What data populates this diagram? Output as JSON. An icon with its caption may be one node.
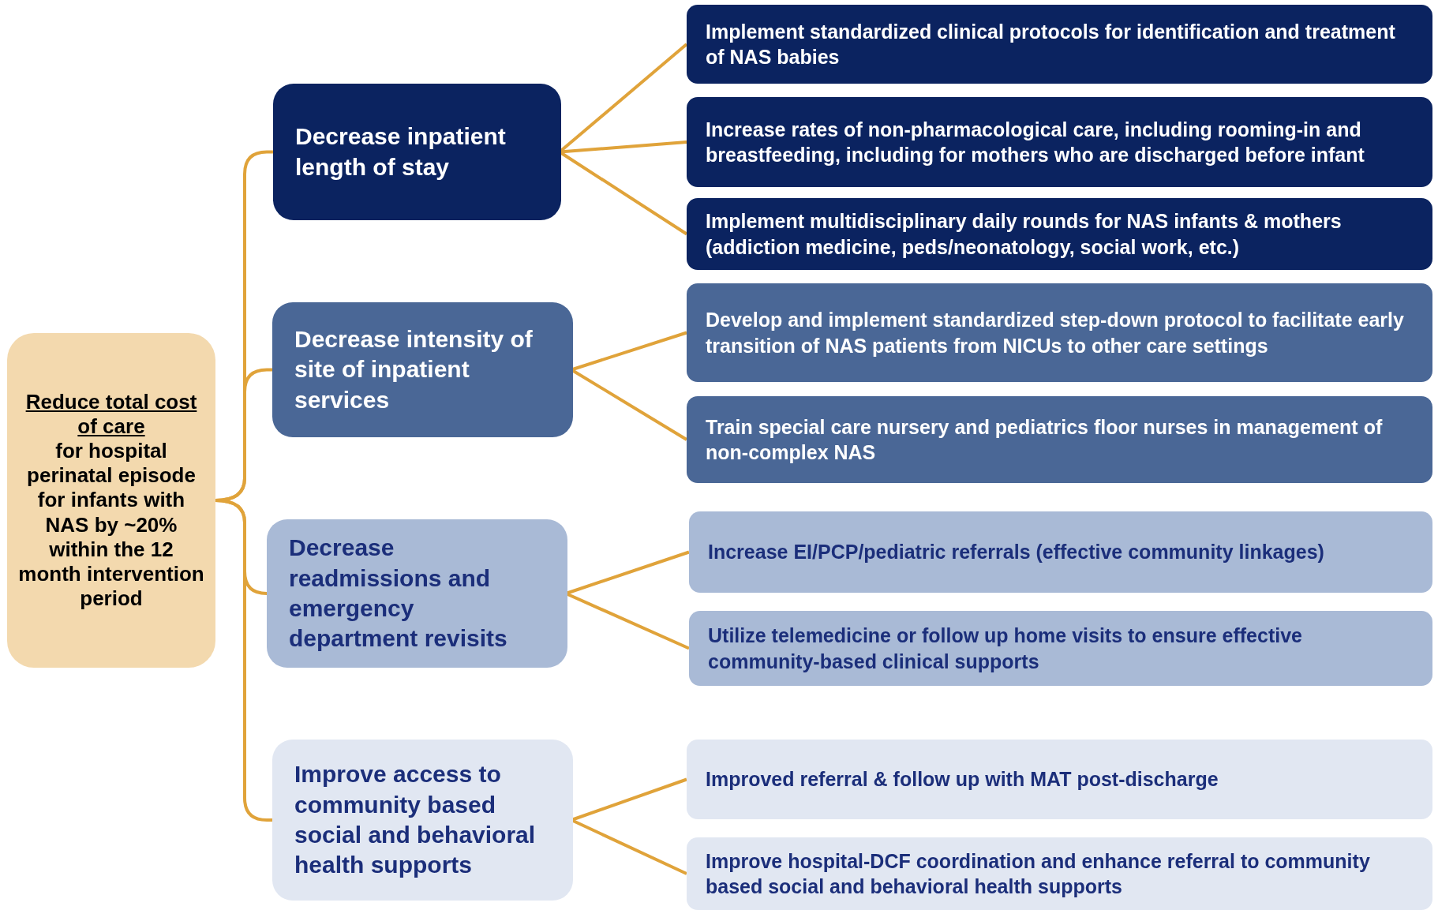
{
  "diagram": {
    "nodes": [
      {
        "text": [
          "Reduce total cost of care",
          "for hospital perinatal episode for infants with NAS by ~20% within the 12 month intervention period"
        ]
      },
      {
        "text": [
          "Decrease inpatient length of stay"
        ]
      },
      {
        "text": [
          "Implement standardized clinical protocols for identification and treatment of NAS babies"
        ]
      },
      {
        "text": [
          "Increase rates of non-pharmacological care, including rooming-in and breastfeeding, including for mothers who are discharged before infant"
        ]
      },
      {
        "text": [
          "Implement multidisciplinary daily rounds for NAS infants & mothers (addiction medicine, peds/neonatology, social work, etc.)"
        ]
      },
      {
        "text": [
          "Decrease intensity of site of inpatient services"
        ]
      },
      {
        "text": [
          "Develop and implement standardized step-down protocol to facilitate early transition of NAS patients from NICUs to other care settings"
        ]
      },
      {
        "text": [
          "Train special care nursery and pediatrics floor nurses in management of non-complex NAS"
        ]
      },
      {
        "text": [
          "Decrease readmissions and emergency department revisits"
        ]
      },
      {
        "text": [
          "Increase EI/PCP/pediatric referrals (effective community linkages)"
        ]
      },
      {
        "text": [
          "Utilize telemedicine or follow up home visits to ensure effective community-based clinical supports"
        ]
      },
      {
        "text": [
          "Improve access to community based social and behavioral health supports"
        ]
      },
      {
        "text": [
          "Improved referral & follow up with MAT post-discharge"
        ]
      },
      {
        "text": [
          "Improve hospital-DCF coordination and enhance referral to community based social and behavioral health supports"
        ]
      }
    ],
    "edges": [
      {
        "from": 0,
        "to": 1,
        "arrow": "none"
      },
      {
        "from": 0,
        "to": 5,
        "arrow": "none"
      },
      {
        "from": 0,
        "to": 8,
        "arrow": "none"
      },
      {
        "from": 0,
        "to": 11,
        "arrow": "none"
      },
      {
        "from": 1,
        "to": 2,
        "arrow": "none"
      },
      {
        "from": 1,
        "to": 3,
        "arrow": "none"
      },
      {
        "from": 1,
        "to": 4,
        "arrow": "none"
      },
      {
        "from": 5,
        "to": 6,
        "arrow": "none"
      },
      {
        "from": 5,
        "to": 7,
        "arrow": "none"
      },
      {
        "from": 8,
        "to": 9,
        "arrow": "none"
      },
      {
        "from": 8,
        "to": 10,
        "arrow": "none"
      },
      {
        "from": 11,
        "to": 12,
        "arrow": "none"
      },
      {
        "from": 11,
        "to": 13,
        "arrow": "none"
      }
    ]
  }
}
